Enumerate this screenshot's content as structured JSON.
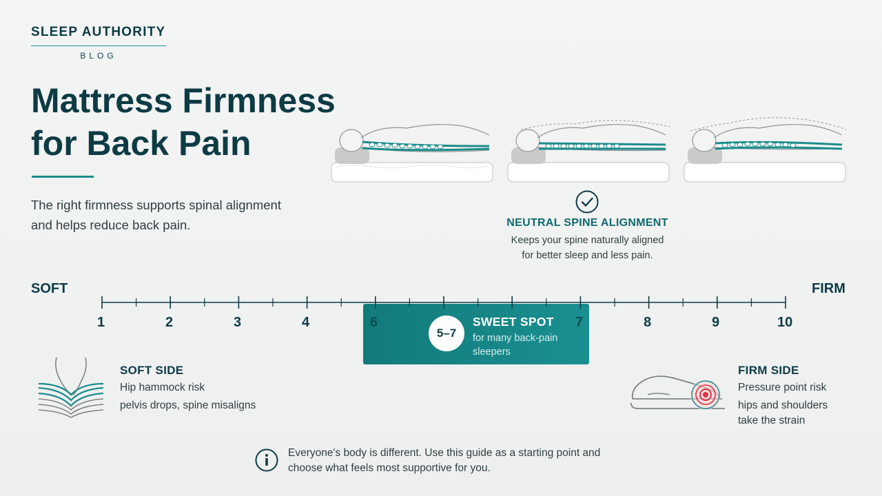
{
  "brand": {
    "name": "SLEEP AUTHORITY",
    "sub": "BLOG"
  },
  "header": {
    "title_line1": "Mattress Firmness",
    "title_line2": "for Back Pain",
    "subtitle": "The right firmness supports spinal alignment and helps reduce back pain."
  },
  "neutral": {
    "title": "NEUTRAL SPINE ALIGNMENT",
    "desc_line1": "Keeps your spine naturally aligned",
    "desc_line2": "for better sleep and less pain."
  },
  "scale": {
    "soft_label": "SOFT",
    "firm_label": "FIRM",
    "numbers": [
      "1",
      "2",
      "3",
      "4",
      "6",
      "7",
      "8",
      "9",
      "10"
    ]
  },
  "sweet_spot": {
    "badge": "5–7",
    "title": "SWEET SPOT",
    "desc": "for many back-pain sleepers"
  },
  "soft_side": {
    "title": "SOFT SIDE",
    "line1": "Hip hammock risk",
    "line2": "pelvis drops, spine misaligns"
  },
  "firm_side": {
    "title": "FIRM SIDE",
    "line1": "Pressure point risk",
    "line2": "hips and shoulders",
    "line3": "take the strain"
  },
  "note": {
    "text": "Everyone's body is different. Use this guide as a starting point and choose what feels most supportive for you."
  },
  "colors": {
    "navy": "#0d3b44",
    "teal": "#1b8c8c",
    "sweet_box": "#137a7c",
    "pressure_red": "#e0313f"
  },
  "icons": [
    "check-circle-icon",
    "info-icon",
    "hip-hammock-icon",
    "pressure-point-icon",
    "spine-icon"
  ]
}
